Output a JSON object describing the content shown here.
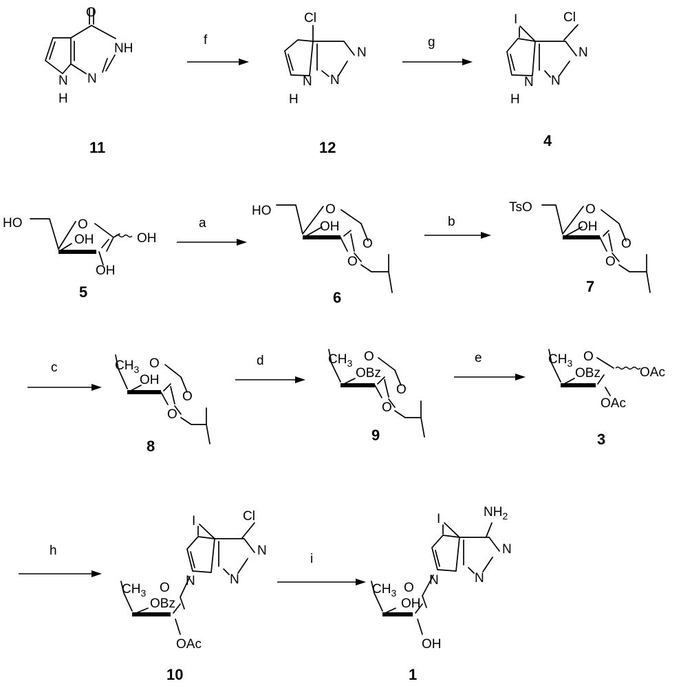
{
  "compounds": {
    "c11": {
      "label": "11",
      "O": "O",
      "NH": "NH",
      "N": "N",
      "N_ring": "N",
      "H": "H"
    },
    "c12": {
      "label": "12",
      "Cl": "Cl",
      "N1": "N",
      "N2": "N",
      "N_ring": "N",
      "H": "H"
    },
    "c4": {
      "label": "4",
      "I": "I",
      "Cl": "Cl",
      "N1": "N",
      "N2": "N",
      "N_ring": "N",
      "H": "H"
    },
    "c5": {
      "label": "5",
      "HO": "HO",
      "O": "O",
      "OH1": "OH",
      "OH2": "OH",
      "OH3": "OH"
    },
    "c6": {
      "label": "6",
      "HO": "HO",
      "O": "O",
      "OH": "OH",
      "O2": "O",
      "O3": "O"
    },
    "c7": {
      "label": "7",
      "TsO": "TsO",
      "O": "O",
      "OH": "OH",
      "O2": "O",
      "O3": "O"
    },
    "c8": {
      "label": "8",
      "CH": "CH",
      "sub3": "3",
      "O": "O",
      "OH": "OH",
      "O2": "O",
      "O3": "O"
    },
    "c9": {
      "label": "9",
      "CH": "CH",
      "sub3": "3",
      "O": "O",
      "OBz": "OBz",
      "O2": "O",
      "O3": "O"
    },
    "c3": {
      "label": "3",
      "CH": "CH",
      "sub3": "3",
      "O": "O",
      "OBz": "OBz",
      "OAc1": "OAc",
      "OAc2": "OAc"
    },
    "c10": {
      "label": "10",
      "I": "I",
      "Cl": "Cl",
      "N1": "N",
      "N2": "N",
      "N_ring": "N",
      "CH": "CH",
      "sub3": "3",
      "O": "O",
      "OBz": "OBz",
      "OAc": "OAc"
    },
    "c1": {
      "label": "1",
      "I": "I",
      "NH": "NH",
      "sub2": "2",
      "N1": "N",
      "N2": "N",
      "N_ring": "N",
      "CH": "CH",
      "sub3": "3",
      "O": "O",
      "OH1": "OH",
      "OH2": "OH"
    }
  },
  "steps": {
    "f": "f",
    "g": "g",
    "a": "a",
    "b": "b",
    "c": "c",
    "d": "d",
    "e": "e",
    "h": "h",
    "i": "i"
  }
}
